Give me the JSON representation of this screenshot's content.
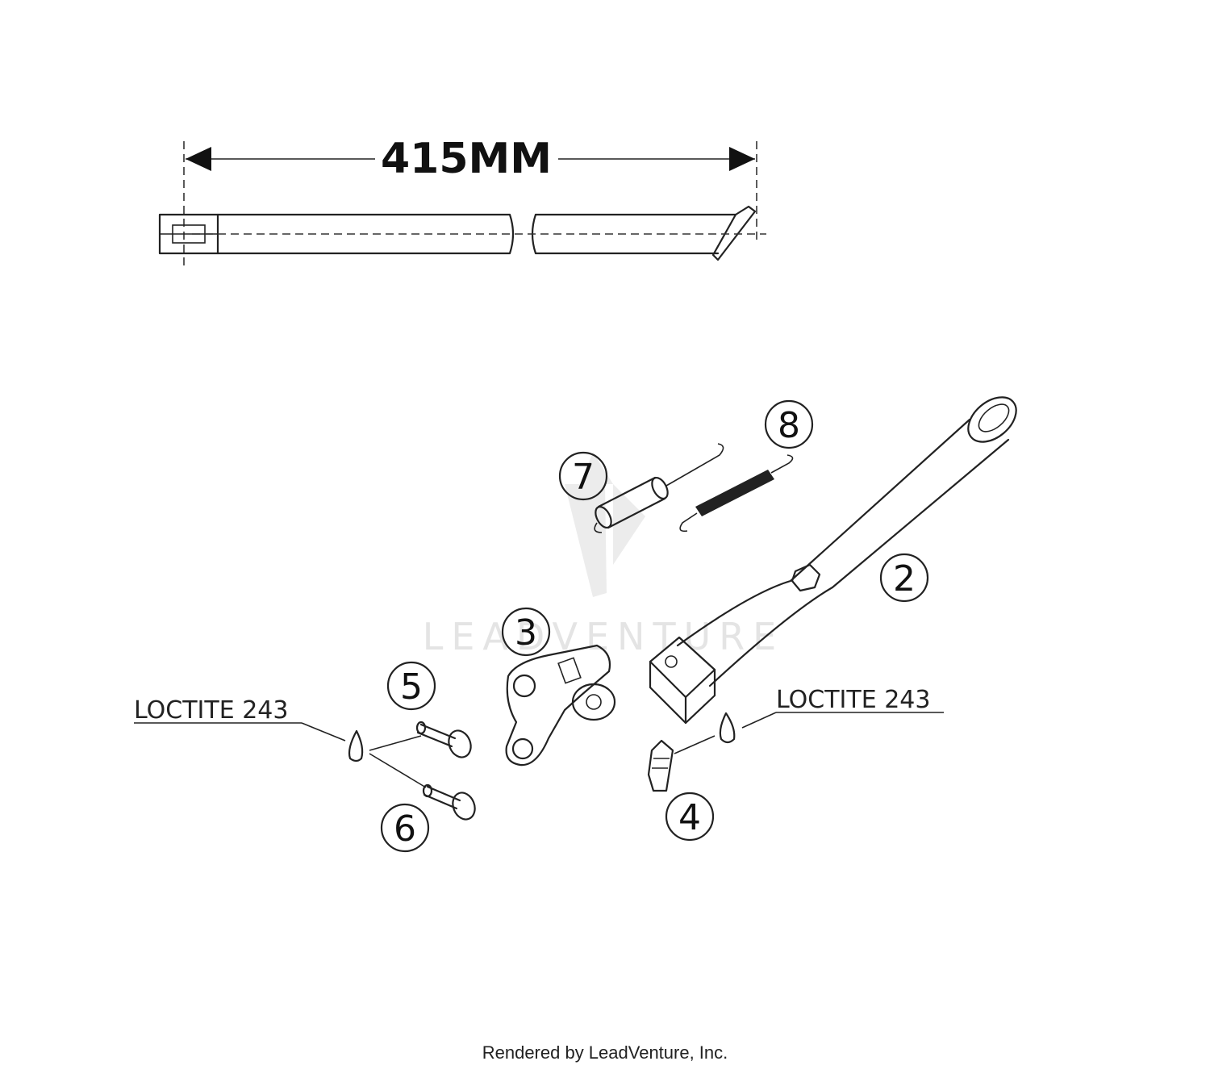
{
  "dimension": {
    "label": "415MM"
  },
  "callouts": [
    {
      "id": "2",
      "label": "2"
    },
    {
      "id": "3",
      "label": "3"
    },
    {
      "id": "4",
      "label": "4"
    },
    {
      "id": "5",
      "label": "5"
    },
    {
      "id": "6",
      "label": "6"
    },
    {
      "id": "7",
      "label": "7"
    },
    {
      "id": "8",
      "label": "8"
    }
  ],
  "notes": {
    "left": "LOCTITE 243",
    "right": "LOCTITE 243"
  },
  "watermark": "LEADVENTURE",
  "footer": "Rendered by LeadVenture, Inc."
}
